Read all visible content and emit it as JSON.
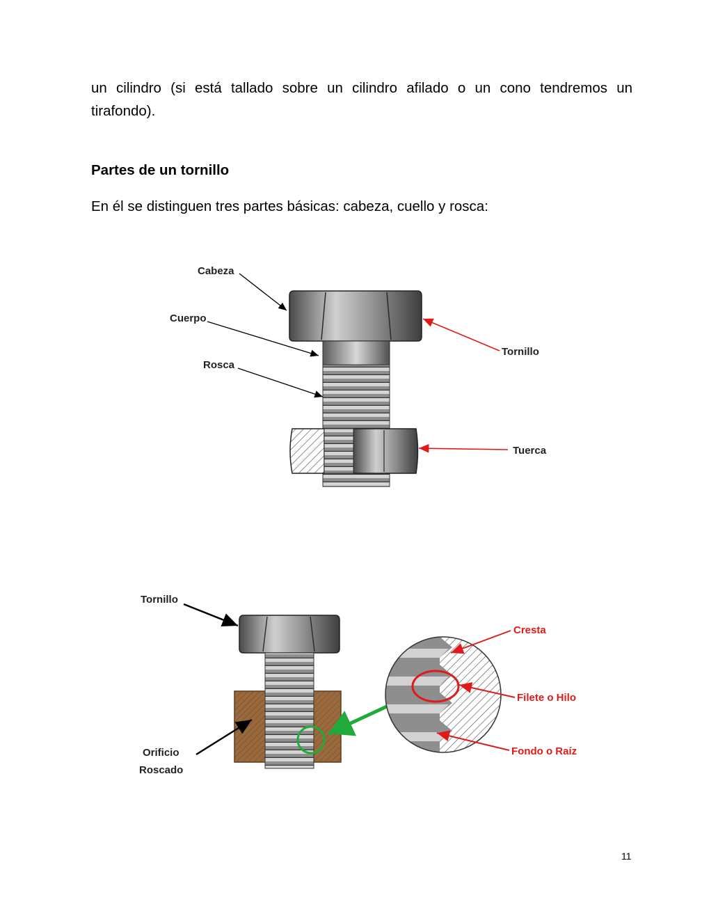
{
  "text": {
    "paragraph1": "un cilindro (si está tallado sobre un cilindro afilado o un cono tendremos un tirafondo).",
    "heading": "Partes de un tornillo",
    "paragraph2": "En él se distinguen tres partes básicas: cabeza, cuello y rosca:"
  },
  "figure1": {
    "labels": {
      "cabeza": "Cabeza",
      "cuerpo": "Cuerpo",
      "rosca": "Rosca",
      "tornillo": "Tornillo",
      "tuerca": "Tuerca"
    }
  },
  "figure2": {
    "labels": {
      "tornillo": "Tornillo",
      "orificio_line1": "Orificio",
      "orificio_line2": "Roscado",
      "cresta": "Cresta",
      "filete": "Filete o Hilo",
      "fondo": "Fondo o Raíz"
    }
  },
  "page_number": "11",
  "colors": {
    "red_label": "#e01a1a",
    "green_marker": "#1faa3a",
    "wood": "#9a6a3e"
  }
}
